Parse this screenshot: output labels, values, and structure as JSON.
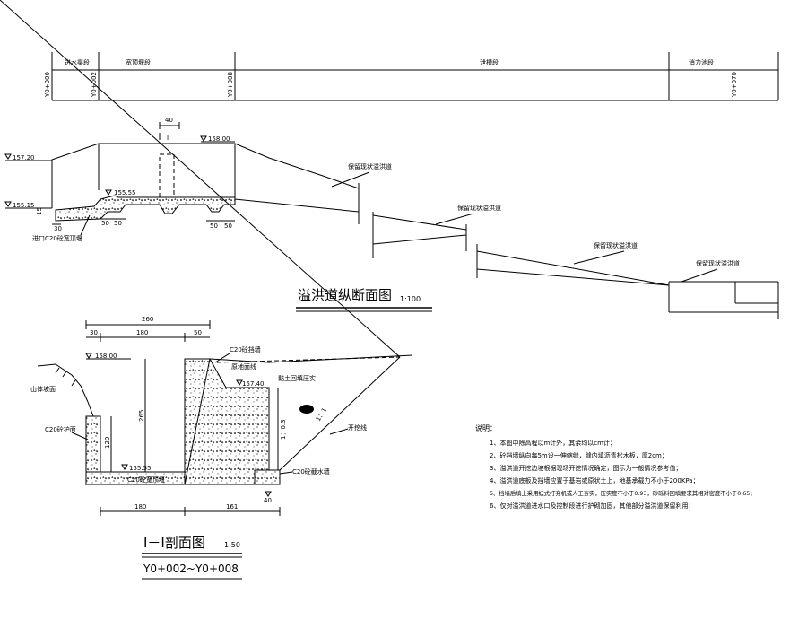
{
  "segments": {
    "inlet": "进水渠段",
    "wide": "宽顶堰段",
    "chute": "泄槽段",
    "dissipate": "消力池段"
  },
  "stations": {
    "s0": "Y0+000",
    "s1": "Y0+002",
    "s2": "Y0+008",
    "s3": "Y0+070"
  },
  "profile": {
    "title": "溢洪道纵断面图",
    "scale": "1:100",
    "dim_40": "40",
    "section_mark": "I",
    "elev_158": "158.00",
    "elev_157_20": "157.20",
    "elev_155_55": "155.55",
    "elev_155_15": "155.15",
    "dim_15": "15",
    "dim_30": "30",
    "dim_50a": "50",
    "dim_50b": "50",
    "dim_50c": "50",
    "dim_50d": "50",
    "inlet_label": "进口C20砼宽顶堰",
    "keep_label_1": "保留现状溢洪道",
    "keep_label_2": "保留现状溢洪道",
    "keep_label_3": "保留现状溢洪道",
    "keep_label_4": "保留现状溢洪道"
  },
  "section": {
    "title": "I－I剖面图",
    "scale": "1:50",
    "range": "Y0+002~Y0+008",
    "dim_260": "260",
    "dim_30": "30",
    "dim_180": "180",
    "dim_50": "50",
    "dim_265": "265",
    "dim_120": "120",
    "dim_180b": "180",
    "dim_161": "161",
    "dim_40": "40",
    "elev_158": "158.00",
    "elev_157_40": "157.40",
    "elev_155_55": "155.55",
    "slope_1": "1：1",
    "slope_0_3": "1：0.3",
    "lbl_retaining": "C20砼挡墙",
    "lbl_ground": "原地面线",
    "lbl_backfill": "黏土回填压实",
    "lbl_slope": "山体坡面",
    "lbl_protect": "C20砼护面",
    "lbl_excavation": "开挖线",
    "lbl_weir": "C20砼宽顶堰",
    "lbl_cutoff": "C20砼截水墙"
  },
  "notes": {
    "title": "说明：",
    "items": [
      "1、本图中除高程以m计外，其余均以cm计；",
      "2、砼挡墙纵向每5m设一伸缩缝，缝内填沥青松木板，厚2cm；",
      "3、溢洪道开挖边坡根据现场开挖情况确定，图示为一般情况参考值；",
      "4、溢洪道底板及挡墙应置于基岩或原状土上，地基承载力不小于200KPa；",
      "5、挡墙后填土采用蛙式打夯机或人工夯实，压实度不小于0.93，砂砾料回填要求其相对密度不小于0.65；",
      "6、仅对溢洪道进水口及控制段进行护砌加固，其他部分溢洪道保留利用；"
    ]
  }
}
